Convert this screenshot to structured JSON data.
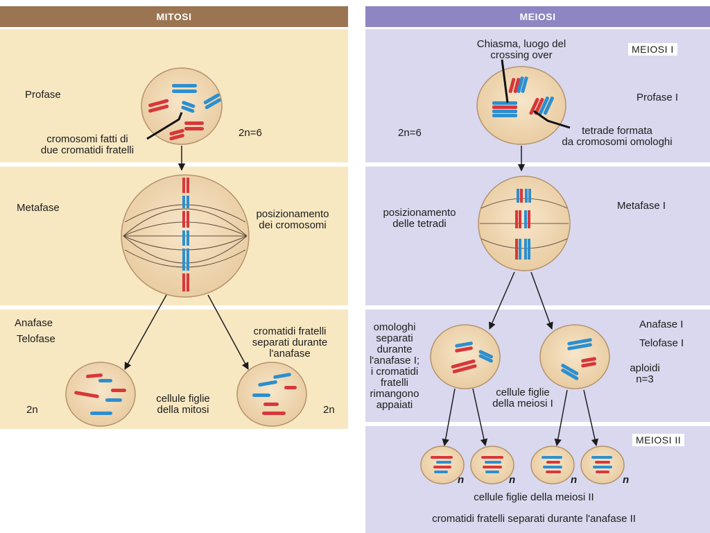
{
  "colors": {
    "mitosis_header": "#9b7552",
    "mitosis_band": "#f8e8c2",
    "meiosis_header": "#8d86c2",
    "meiosis_band": "#d9d8ee",
    "cell_fill": "#f1d9b5",
    "cell_stroke": "#b4926c",
    "chrom_red": "#d8373a",
    "chrom_blue": "#2c8fcf"
  },
  "mitosis": {
    "header": "MITOSI",
    "prophase": "Profase",
    "chromosomes_note": [
      "cromosomi fatti di",
      "due cromatidi fratelli"
    ],
    "ploidy": "2n=6",
    "metaphase": "Metafase",
    "positioning": [
      "posizionamento",
      "dei cromosomi"
    ],
    "anaphase": "Anafase",
    "telophase": "Telofase",
    "separated": [
      "cromatidi fratelli",
      "separati  durante",
      "l'anafase"
    ],
    "daughter": [
      "cellule figlie",
      "della mitosi"
    ],
    "left_2n": "2n",
    "right_2n": "2n"
  },
  "meiosis": {
    "header": "MEIOSI",
    "meiosis1_tag": "MEIOSI I",
    "chiasma": [
      "Chiasma, luogo del",
      "crossing over"
    ],
    "prophase1": "Profase I",
    "ploidy": "2n=6",
    "tetrad": [
      "tetrade formata",
      "da cromosomi omologhi"
    ],
    "positioning": [
      "posizionamento",
      "delle tetradi"
    ],
    "metaphase1": "Metafase I",
    "homologs": [
      "omologhi",
      "separati",
      "durante",
      "l'anafase I;",
      "i cromatidi",
      "fratelli",
      "rimangono",
      "appaiati"
    ],
    "anaphase1": "Anafase I",
    "telophase1": "Telofase I",
    "haploid": [
      "aploidi",
      "n=3"
    ],
    "daughter1": [
      "cellule figlie",
      "della meiosi I"
    ],
    "meiosis2_tag": "MEIOSI II",
    "n_labels": [
      "n",
      "n",
      "n",
      "n"
    ],
    "daughter2": "cellule figlie della meiosi II",
    "separated2": "cromatidi fratelli separati durante l'anafase II"
  }
}
